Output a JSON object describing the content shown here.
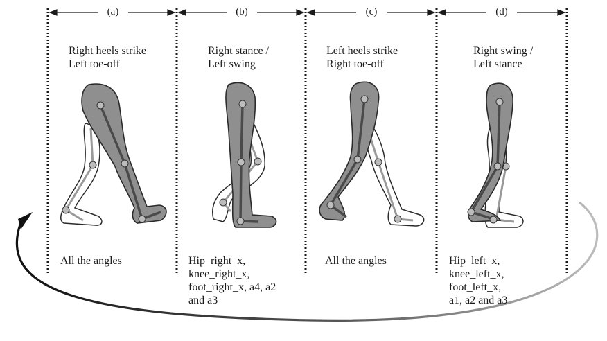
{
  "phases": [
    {
      "tag": "(a)",
      "event": "Right heels strike\nLeft toe-off",
      "angles": "All the angles"
    },
    {
      "tag": "(b)",
      "event": "Right stance /\nLeft swing",
      "angles": "Hip_right_x,\nknee_right_x,\nfoot_right_x, a4, a2\nand a3"
    },
    {
      "tag": "(c)",
      "event": "Left heels strike\nRight toe-off",
      "angles": "All the angles"
    },
    {
      "tag": "(d)",
      "event": "Right swing /\nLeft stance",
      "angles": "Hip_left_x,\nknee_left_x,\nfoot_left_x,\na1, a2 and a3"
    }
  ],
  "colors": {
    "front_leg_fill": "#8f8f8f",
    "back_leg_fill": "#ffffff",
    "outline": "#2a2a2a",
    "bone": "#4a4a4a",
    "back_bone": "#9a9a9a",
    "arrow_dark": "#111111",
    "arrow_light": "#b5b5b5"
  }
}
